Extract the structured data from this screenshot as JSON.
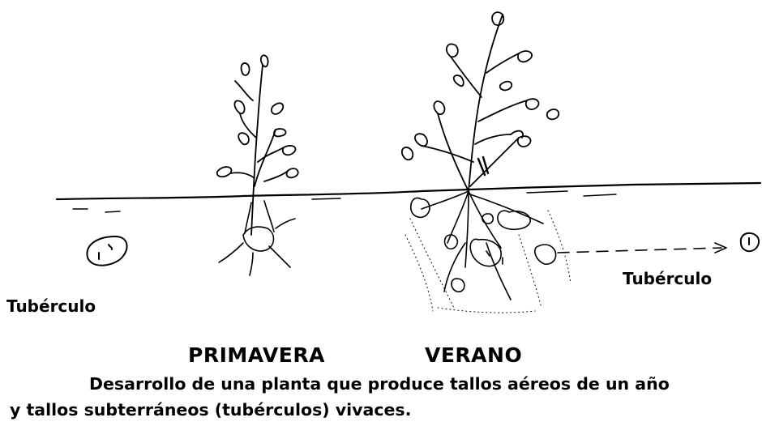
{
  "labels": {
    "tuber_left": "Tubérculo",
    "tuber_right": "Tubérculo",
    "spring": "PRIMAVERA",
    "summer": "VERANO"
  },
  "caption": {
    "line1": "Desarrollo de una planta que produce tallos aéreos de un año",
    "line2": "y tallos subterráneos (tubérculos) vivaces."
  }
}
